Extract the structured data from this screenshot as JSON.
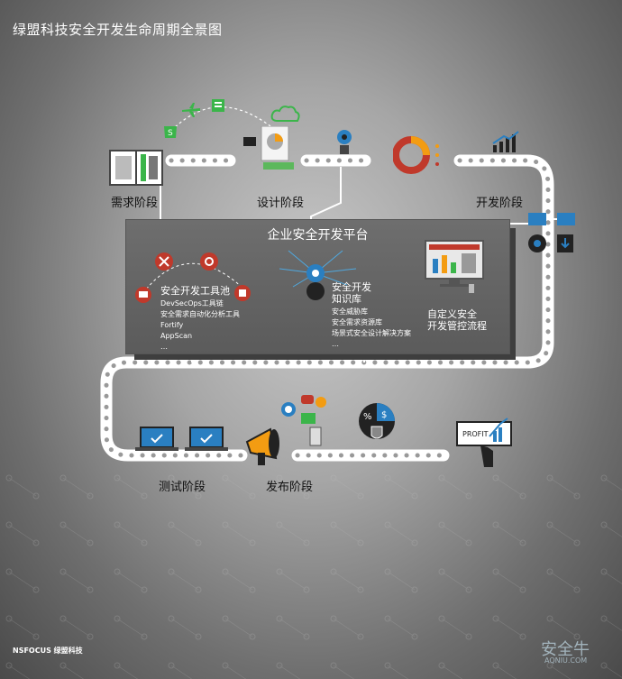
{
  "title": "绿盟科技安全开发生命周期全景图",
  "stages": {
    "requirements": "需求阶段",
    "design": "设计阶段",
    "development": "开发阶段",
    "testing": "测试阶段",
    "release": "发布阶段"
  },
  "platform": {
    "title": "企业安全开发平台",
    "tools": {
      "heading": "安全开发工具池",
      "items": [
        "DevSecOps工具链",
        "安全需求自动化分析工具",
        "Fortify",
        "AppScan",
        "…"
      ]
    },
    "knowledge": {
      "heading_line1": "安全开发",
      "heading_line2": "知识库",
      "items": [
        "安全威胁库",
        "安全需求资源库",
        "场景式安全设计解决方案",
        "…"
      ]
    },
    "process": {
      "line1": "自定义安全",
      "line2": "开发管控流程"
    }
  },
  "icon_texts": {
    "profit": "PROFIT",
    "percent": "%",
    "dollar": "$"
  },
  "footer": {
    "logo": "NSFOCUS 绿盟科技",
    "watermark": "安全牛",
    "watermark_sub": "AQNIU.COM"
  },
  "colors": {
    "accent_red": "#c0392b",
    "blue": "#2a7fc1",
    "green": "#3bb54a",
    "orange": "#f39c12"
  }
}
